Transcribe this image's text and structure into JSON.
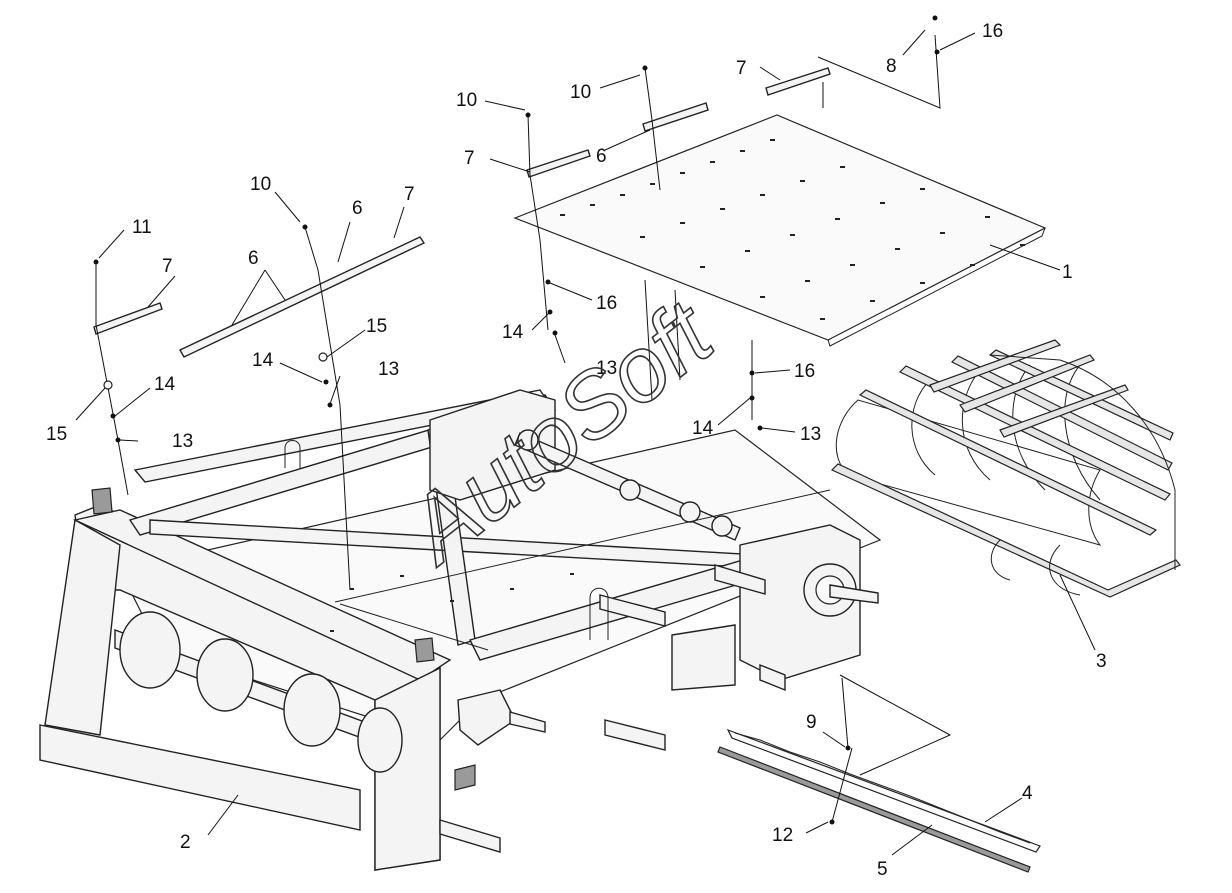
{
  "watermark": "AutoSoft",
  "callouts": {
    "c1": "1",
    "c2": "2",
    "c3": "3",
    "c4": "4",
    "c5": "5",
    "c6a": "6",
    "c6b": "6",
    "c6c": "6",
    "c7a": "7",
    "c7b": "7",
    "c7c": "7",
    "c7d": "7",
    "c8": "8",
    "c9": "9",
    "c10a": "10",
    "c10b": "10",
    "c10c": "10",
    "c11": "11",
    "c12": "12",
    "c13a": "13",
    "c13b": "13",
    "c13c": "13",
    "c13d": "13",
    "c14a": "14",
    "c14b": "14",
    "c14c": "14",
    "c14d": "14",
    "c15a": "15",
    "c15b": "15",
    "c16a": "16",
    "c16b": "16",
    "c16c": "16"
  }
}
